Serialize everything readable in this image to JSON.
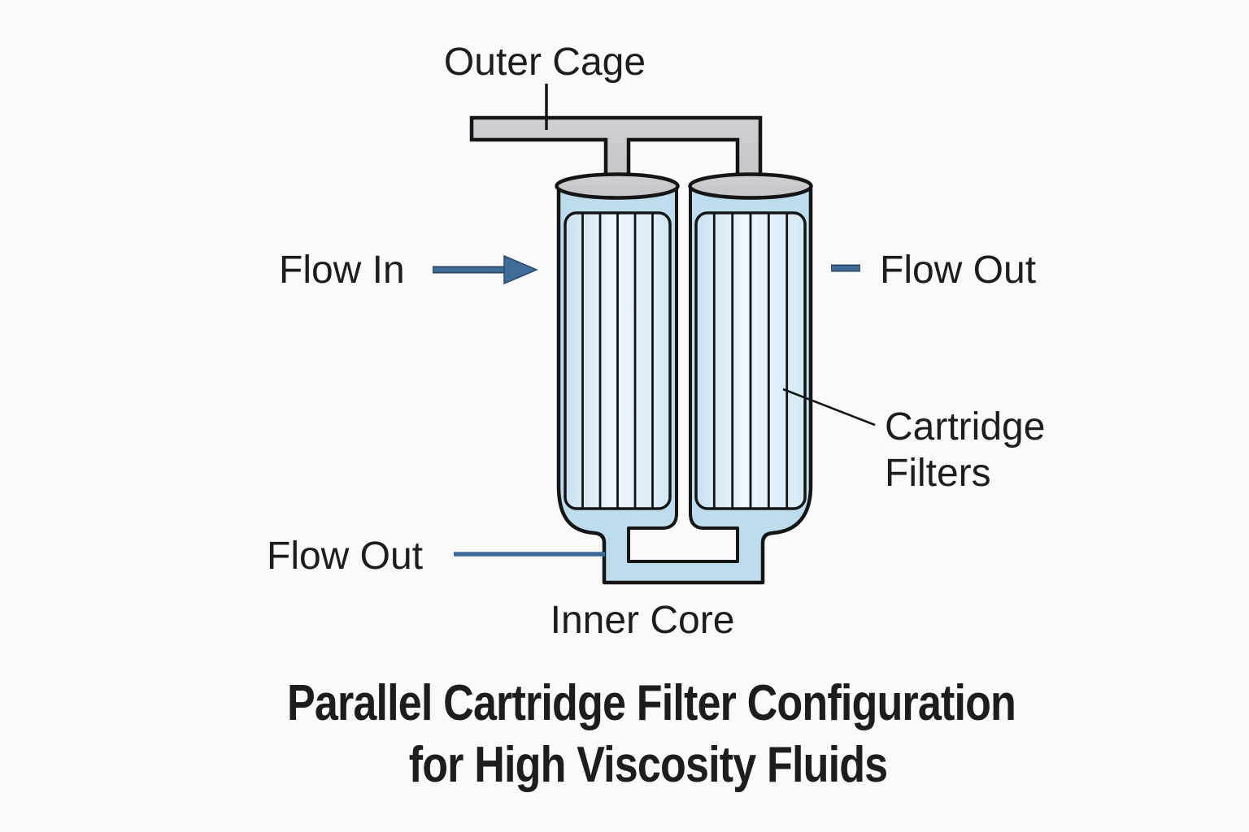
{
  "diagram": {
    "labels": {
      "outer_cage": "Outer Cage",
      "flow_in": "Flow In",
      "flow_out_right": "Flow Out",
      "flow_out_bottom": "Flow Out",
      "cartridge_filters_line1": "Cartridge",
      "cartridge_filters_line2": "Filters",
      "inner_core": "Inner Core"
    },
    "title": {
      "line1": "Parallel Cartridge Filter Configuration",
      "line2": "for High Viscosity Fluids"
    },
    "colors": {
      "background": "#fafafa",
      "outline_black": "#151515",
      "pipe_gray": "#c9cacd",
      "cartridge_band_blue": "#bddcee",
      "pleat_fill_light": "#e9f4fb",
      "flow_arrow_blue": "#3f6c99",
      "leader_line_blue": "#3a6b97",
      "text_color": "#1d1d1d"
    }
  }
}
